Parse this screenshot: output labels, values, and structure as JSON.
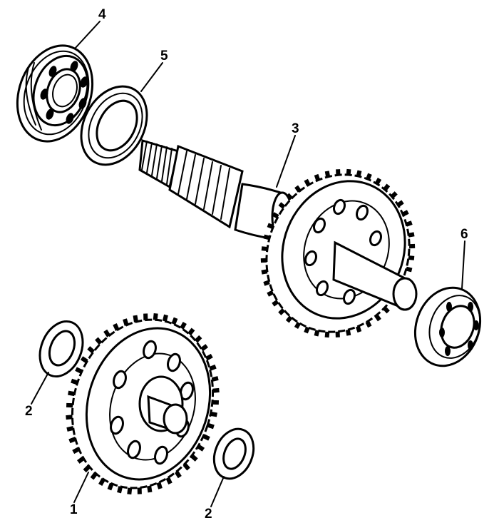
{
  "parts": [
    {
      "id": "gear-1",
      "number": "1",
      "kind": "gear"
    },
    {
      "id": "washer-2a",
      "number": "2",
      "kind": "thrust-washer"
    },
    {
      "id": "washer-2b",
      "number": "2",
      "kind": "thrust-washer"
    },
    {
      "id": "shaft-3",
      "number": "3",
      "kind": "splined-shaft-with-gear"
    },
    {
      "id": "bearing-4",
      "number": "4",
      "kind": "ball-bearing"
    },
    {
      "id": "seal-5",
      "number": "5",
      "kind": "oil-seal"
    },
    {
      "id": "bearing-6",
      "number": "6",
      "kind": "ball-bearing"
    }
  ],
  "labels": {
    "p1": "1",
    "p2a": "2",
    "p2b": "2",
    "p3": "3",
    "p4": "4",
    "p5": "5",
    "p6": "6"
  },
  "colors": {
    "ink": "#000000",
    "paper": "#ffffff"
  }
}
